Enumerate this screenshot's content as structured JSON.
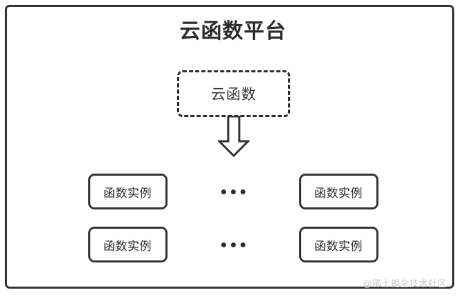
{
  "diagram": {
    "title": "云函数平台",
    "cloud_function": {
      "label": "云函数",
      "border_style": "dashed"
    },
    "arrow": {
      "icon": "down-block-arrow",
      "direction": "down"
    },
    "rows": [
      {
        "left_instance": "函数实例",
        "ellipsis": "...",
        "right_instance": "函数实例"
      },
      {
        "left_instance": "函数实例",
        "ellipsis": "...",
        "right_instance": "函数实例"
      }
    ],
    "watermark": "@稀土掘金技术社区",
    "colors": {
      "stroke": "#333333",
      "text": "#2b2b2b",
      "background": "#ffffff",
      "watermark": "#cccccc"
    }
  }
}
